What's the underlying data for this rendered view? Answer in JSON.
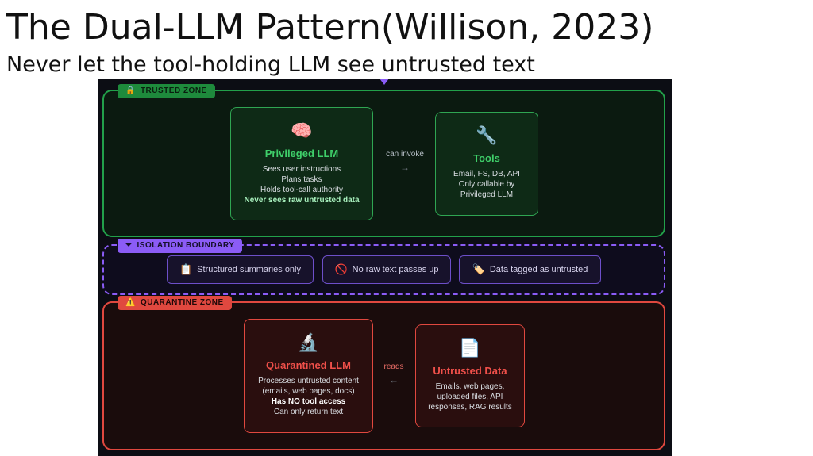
{
  "title": "The Dual-LLM Pattern(Willison, 2023)",
  "subtitle": "Never let the tool-holding LLM see untrusted text",
  "colors": {
    "trusted": "#22a04a",
    "isolation": "#8b5cf6",
    "quarantine": "#e0483f",
    "panel_background": "#0c0d14"
  },
  "zones": {
    "trusted": {
      "label": "TRUSTED ZONE",
      "icon": "lock-icon"
    },
    "isolation": {
      "label": "ISOLATION BOUNDARY",
      "icon": "filter-icon"
    },
    "quarantine": {
      "label": "QUARANTINE ZONE",
      "icon": "warning-icon"
    }
  },
  "privileged_llm": {
    "icon": "brain-icon",
    "title": "Privileged LLM",
    "lines": [
      "Sees user instructions",
      "Plans tasks",
      "Holds tool-call authority"
    ],
    "emphasis": "Never sees raw untrusted data"
  },
  "tools": {
    "icon": "wrench-icon",
    "title": "Tools",
    "lines": [
      "Email, FS, DB, API",
      "Only callable by",
      "Privileged LLM"
    ]
  },
  "connector_invoke": {
    "label": "can invoke",
    "arrow": "→"
  },
  "boundary_chips": [
    {
      "icon": "clipboard-icon",
      "label": "Structured summaries only"
    },
    {
      "icon": "no-entry-icon",
      "label": "No raw text passes up"
    },
    {
      "icon": "tag-icon",
      "label": "Data tagged as untrusted"
    }
  ],
  "quarantined_llm": {
    "icon": "microscope-icon",
    "title": "Quarantined LLM",
    "lines": [
      "Processes untrusted content",
      "(emails, web pages, docs)"
    ],
    "emphasis": "Has NO tool access",
    "last_line": "Can only return text"
  },
  "connector_reads": {
    "label": "reads",
    "arrow": "←"
  },
  "untrusted_data": {
    "icon": "document-icon",
    "title": "Untrusted Data",
    "lines": [
      "Emails, web pages,",
      "uploaded files, API",
      "responses, RAG results"
    ]
  }
}
